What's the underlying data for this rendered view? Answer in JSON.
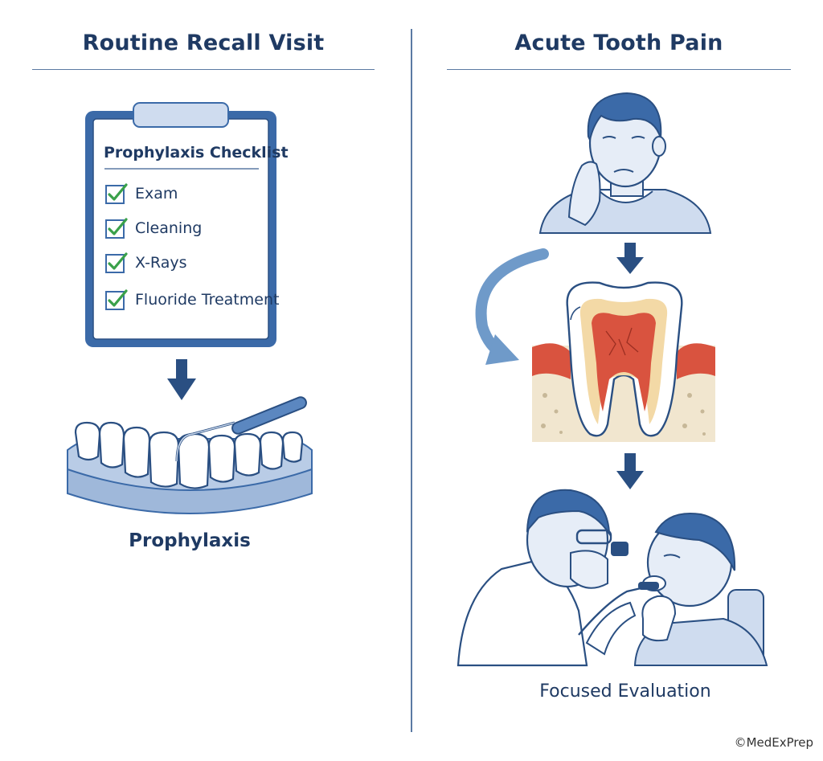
{
  "left": {
    "title": "Routine Recall Visit",
    "checklist": {
      "title": "Prophylaxis Checklist",
      "items": [
        "Exam",
        "Cleaning",
        "X-Rays",
        "Fluoride Treatment"
      ]
    },
    "caption": "Prophylaxis"
  },
  "right": {
    "title": "Acute Tooth Pain",
    "caption": "Focused Evaluation"
  },
  "copyright": "©MedExPrep",
  "colors": {
    "navy": "#1f3a63",
    "blue": "#3b6aa8",
    "light_blue": "#cfdcef",
    "check_green": "#3aa14a",
    "pulp_red": "#d9533f",
    "dentin": "#f3d9a6",
    "bone": "#f1e6cf"
  }
}
